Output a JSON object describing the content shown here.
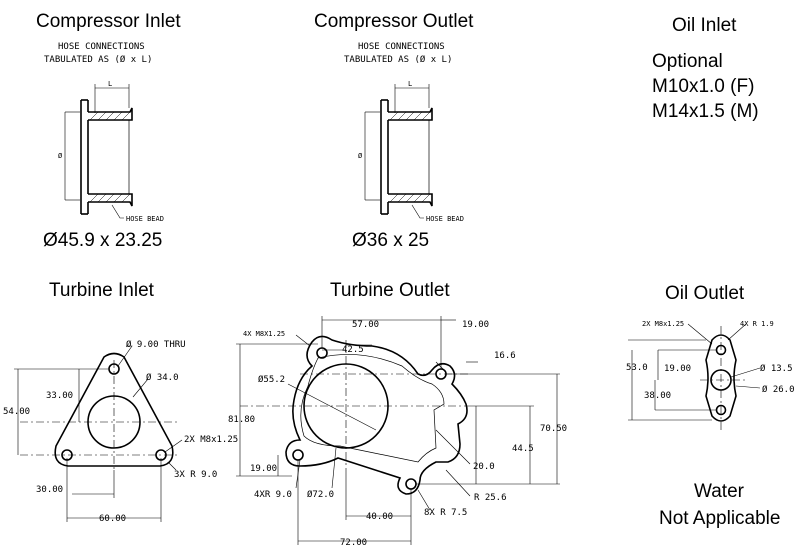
{
  "compressor_inlet": {
    "title": "Compressor Inlet",
    "note_line1": "HOSE CONNECTIONS",
    "note_line2": "TABULATED AS (Ø x L)",
    "dim_l": "L",
    "dim_dia": "Ø",
    "bead": "HOSE BEAD",
    "size": "Ø45.9 x 23.25"
  },
  "compressor_outlet": {
    "title": "Compressor Outlet",
    "note_line1": "HOSE CONNECTIONS",
    "note_line2": "TABULATED AS (Ø x L)",
    "dim_l": "L",
    "dim_dia": "Ø",
    "bead": "HOSE BEAD",
    "size": "Ø36 x 25"
  },
  "oil_inlet": {
    "title": "Oil Inlet",
    "line1": "Optional",
    "line2": "M10x1.0 (F)",
    "line3": "M14x1.5 (M)"
  },
  "turbine_inlet": {
    "title": "Turbine Inlet",
    "thru": "Ø 9.00 THRU",
    "bore": "Ø 34.0",
    "thread": "2X M8x1.25",
    "radius": "3X R 9.0",
    "h1": "33.00",
    "h2": "54.00",
    "w1": "30.00",
    "w2": "60.00"
  },
  "turbine_outlet": {
    "title": "Turbine Outlet",
    "thread": "4X M8X1.25",
    "d57": "57.00",
    "d19": "19.00",
    "d425": "42.5",
    "d166": "16.6",
    "dia552": "Ø55.2",
    "d818": "81.80",
    "d705": "70.50",
    "d445": "44.5",
    "d20": "20.0",
    "d19b": "19.00",
    "r4x": "4XR 9.0",
    "dia72": "Ø72.0",
    "r256": "R 25.6",
    "d40": "40.00",
    "r8x": "8X R 7.5",
    "d72": "72.00"
  },
  "oil_outlet": {
    "title": "Oil Outlet",
    "thread": "2X M8x1.25",
    "radius": "4X R 1.9",
    "d530": "53.0",
    "d190": "19.00",
    "d380": "38.00",
    "dia135": "Ø 13.5",
    "dia260": "Ø 26.0"
  },
  "water": {
    "line1": "Water",
    "line2": "Not Applicable"
  }
}
